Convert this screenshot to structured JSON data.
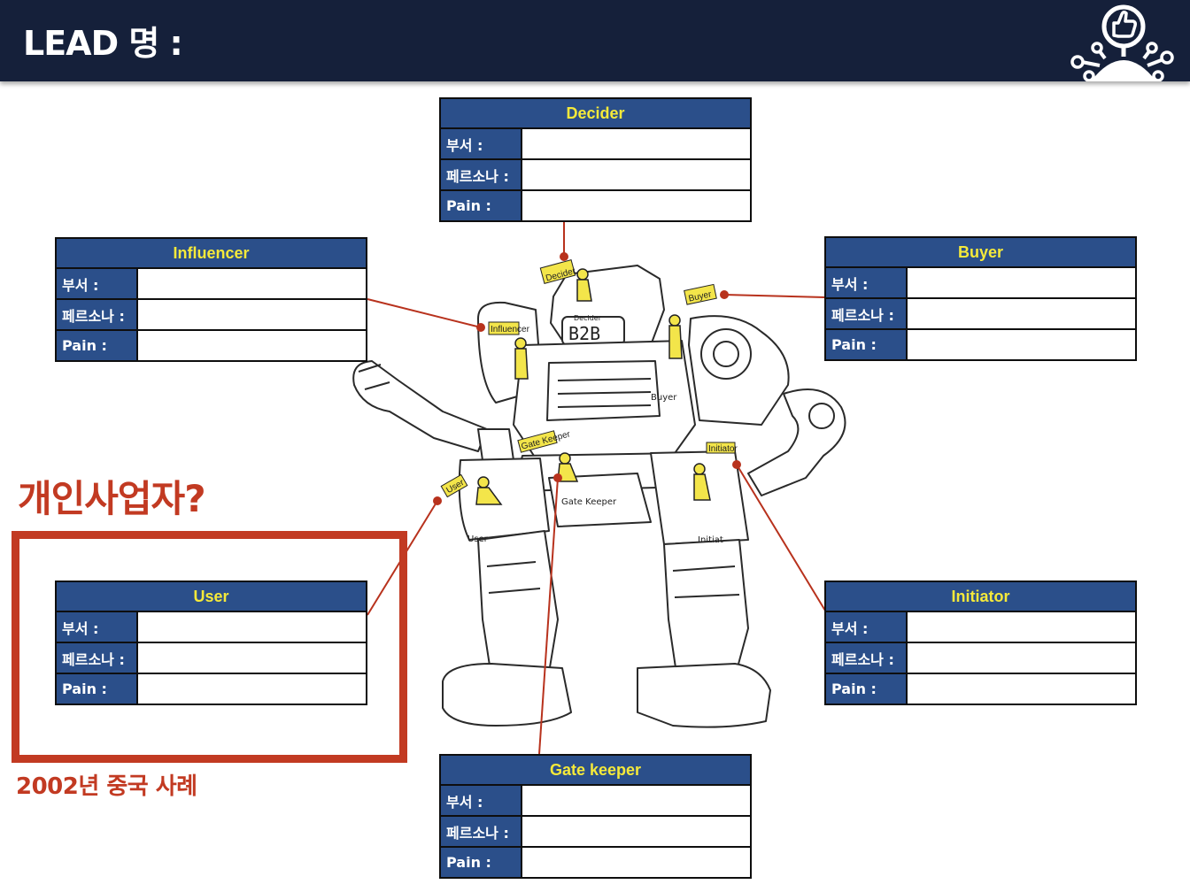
{
  "header": {
    "title": "LEAD 명 :"
  },
  "tables": [
    {
      "key": "decider",
      "title": "Decider",
      "rows": [
        {
          "label": "부서 :",
          "value": ""
        },
        {
          "label": "페르소나 :",
          "value": ""
        },
        {
          "label": "Pain :",
          "value": ""
        }
      ]
    },
    {
      "key": "influencer",
      "title": "Influencer",
      "rows": [
        {
          "label": "부서 :",
          "value": ""
        },
        {
          "label": "페르소나 :",
          "value": ""
        },
        {
          "label": "Pain :",
          "value": ""
        }
      ]
    },
    {
      "key": "buyer",
      "title": "Buyer",
      "rows": [
        {
          "label": "부서 :",
          "value": ""
        },
        {
          "label": "페르소나 :",
          "value": ""
        },
        {
          "label": "Pain :",
          "value": ""
        }
      ]
    },
    {
      "key": "user",
      "title": "User",
      "rows": [
        {
          "label": "부서 :",
          "value": ""
        },
        {
          "label": "페르소나 :",
          "value": ""
        },
        {
          "label": "Pain :",
          "value": ""
        }
      ]
    },
    {
      "key": "initiator",
      "title": "Initiator",
      "rows": [
        {
          "label": "부서 :",
          "value": ""
        },
        {
          "label": "페르소나 :",
          "value": ""
        },
        {
          "label": "Pain :",
          "value": ""
        }
      ]
    },
    {
      "key": "gatekeeper",
      "title": "Gate keeper",
      "rows": [
        {
          "label": "부서 :",
          "value": ""
        },
        {
          "label": "페르소나 :",
          "value": ""
        },
        {
          "label": "Pain :",
          "value": ""
        }
      ]
    }
  ],
  "annotation": {
    "question": "개인사업자?",
    "caption": "2002년 중국 사례"
  },
  "illustration": {
    "chest_label": "B2B",
    "signs": {
      "decider": "Decider",
      "buyer": "Buyer",
      "influencer": "Influencer",
      "gatekeeper": "Gate Keeper",
      "user": "User",
      "initiator": "Initiator",
      "buyer_hand": "Buyer",
      "gate_keeper_hand": "Gate Keeper",
      "user_hand": "User",
      "initiator_hand": "Initiat",
      "decider_hand": "Decider"
    }
  },
  "colors": {
    "header_bg": "#15203a",
    "table_header_bg": "#2b4f8a",
    "table_title_text": "#f5e93a",
    "accent_red": "#c23a22",
    "connector": "#b8321d",
    "sign_yellow": "#f3e54a"
  },
  "icons": {
    "logo": "thumbs-up-network-icon"
  }
}
